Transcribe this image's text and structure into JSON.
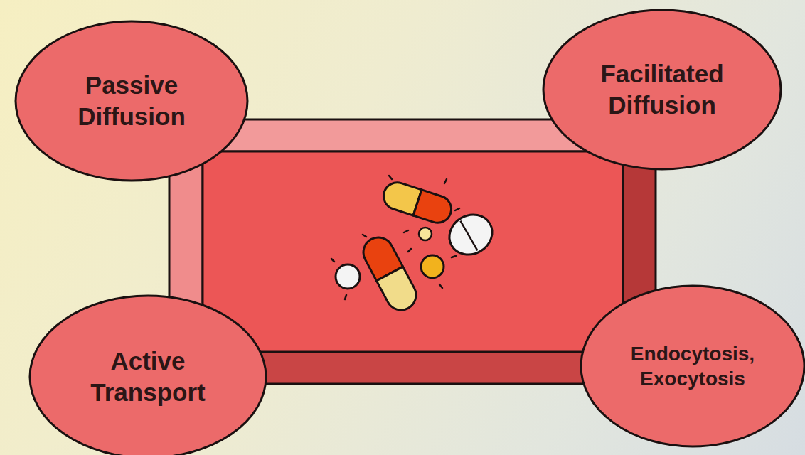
{
  "diagram": {
    "nodes": [
      {
        "text": [
          "Passive Diffusion"
        ]
      },
      {
        "text": [
          "Facilitated Diffusion"
        ]
      },
      {
        "text": [
          "Active Transport"
        ]
      },
      {
        "text": [
          "Endocytosis, Exocytosis"
        ]
      }
    ]
  }
}
